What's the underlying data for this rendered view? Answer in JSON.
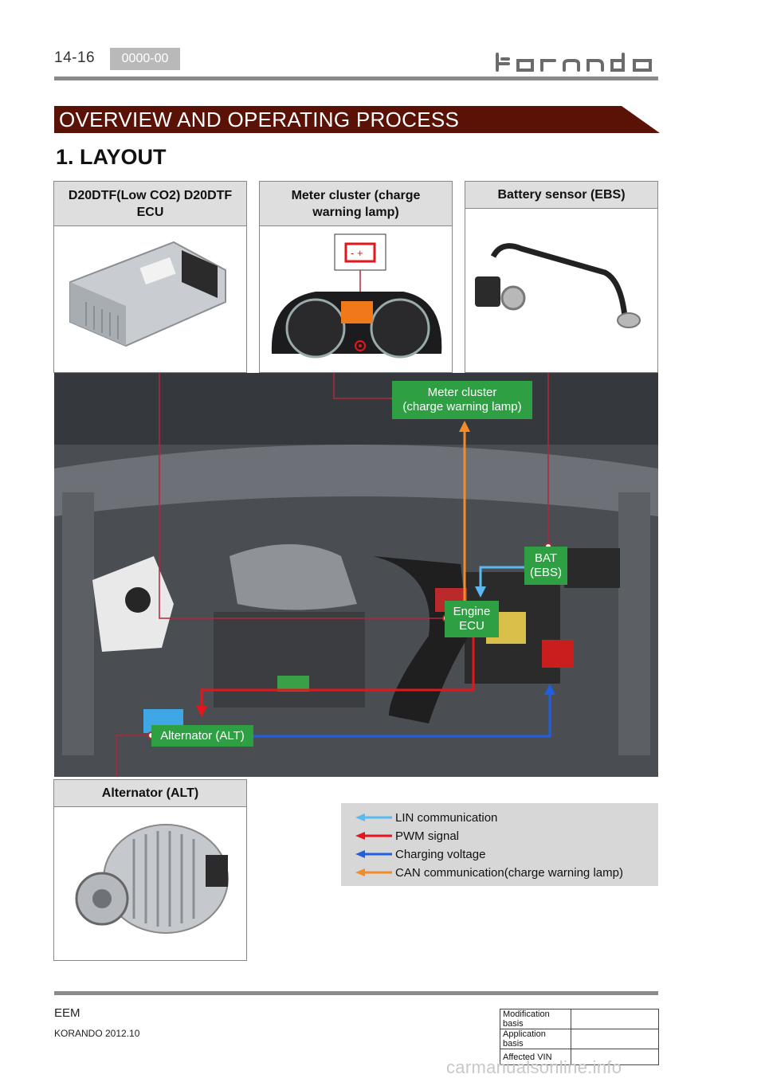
{
  "header": {
    "page_number": "14-16",
    "code": "0000-00",
    "brand": "korando"
  },
  "banner": {
    "title": "OVERVIEW AND OPERATING PROCESS"
  },
  "section": {
    "title": "1. LAYOUT"
  },
  "cards": {
    "ecu": {
      "title": "D20DTF(Low CO2) D20DTF ECU"
    },
    "meter": {
      "title": "Meter cluster (charge warning lamp)"
    },
    "battery": {
      "title": "Battery sensor (EBS)"
    },
    "alternator": {
      "title": "Alternator (ALT)"
    }
  },
  "tags": {
    "meter": [
      "Meter cluster",
      "(charge warning lamp)"
    ],
    "bat": [
      "BAT",
      "(EBS)"
    ],
    "ecu": [
      "Engine",
      "ECU"
    ],
    "alt": "Alternator (ALT)"
  },
  "legend": {
    "items": [
      {
        "label": "LIN communication",
        "color": "#5bb8f0"
      },
      {
        "label": "PWM signal",
        "color": "#e4161b"
      },
      {
        "label": "Charging voltage",
        "color": "#1f5fe0"
      },
      {
        "label": "CAN communication(charge warning lamp)",
        "color": "#f28c28"
      }
    ]
  },
  "footer": {
    "eem": "EEM",
    "model": "KORANDO 2012.10",
    "table": [
      "Modification basis",
      "Application basis",
      "Affected VIN"
    ]
  },
  "watermark": "carmanualsonline.info",
  "colors": {
    "banner": "#5a1206",
    "tag": "#2ea043",
    "leader": "#b0293a"
  }
}
